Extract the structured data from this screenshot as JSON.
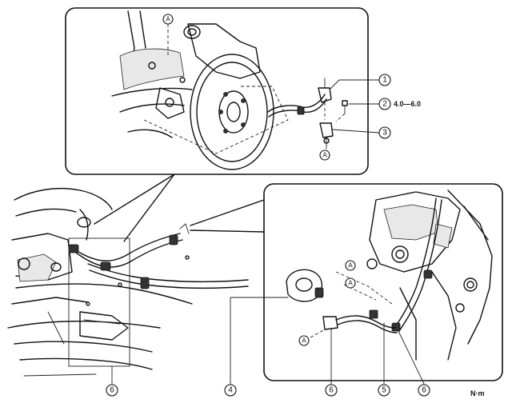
{
  "callouts": {
    "c1": "1",
    "c2": "2",
    "c3": "3",
    "c4": "4",
    "c5": "5",
    "c6a": "6",
    "c6b": "6",
    "c6c": "6",
    "aTop1": "A",
    "aTop2": "A",
    "aRight1": "A",
    "aRight2": "A",
    "aRight3": "A"
  },
  "torque": "4.0—6.0",
  "unit": "N·m"
}
